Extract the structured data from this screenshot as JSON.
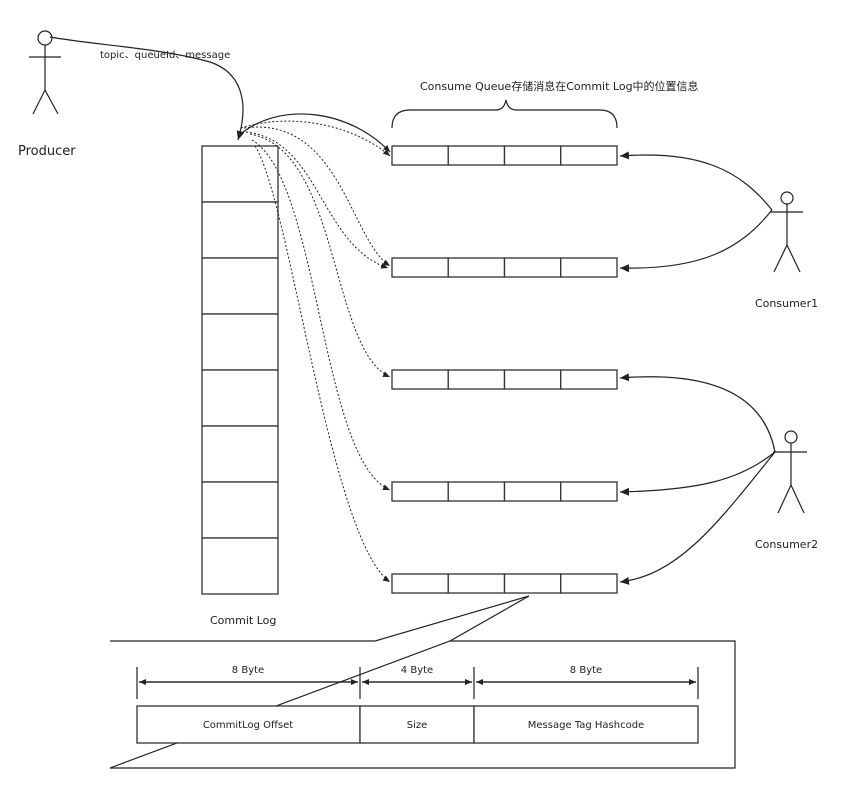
{
  "producer": {
    "label": "Producer",
    "message_fields": "topic、queueId、message"
  },
  "commit_log": {
    "label": "Commit Log",
    "cell_count": 8
  },
  "consume_queue": {
    "brace_label": "Consume Queue存储消息在Commit Log中的位置信息",
    "queue_count": 5,
    "cells_per_queue": 4
  },
  "consumers": [
    {
      "label": "Consumer1"
    },
    {
      "label": "Consumer2"
    }
  ],
  "entry_detail": {
    "fields": [
      {
        "size_label": "8 Byte",
        "name": "CommitLog Offset"
      },
      {
        "size_label": "4 Byte",
        "name": "Size"
      },
      {
        "size_label": "8 Byte",
        "name": "Message Tag Hashcode"
      }
    ]
  },
  "colors": {
    "stroke": "#222222",
    "background": "#ffffff"
  }
}
